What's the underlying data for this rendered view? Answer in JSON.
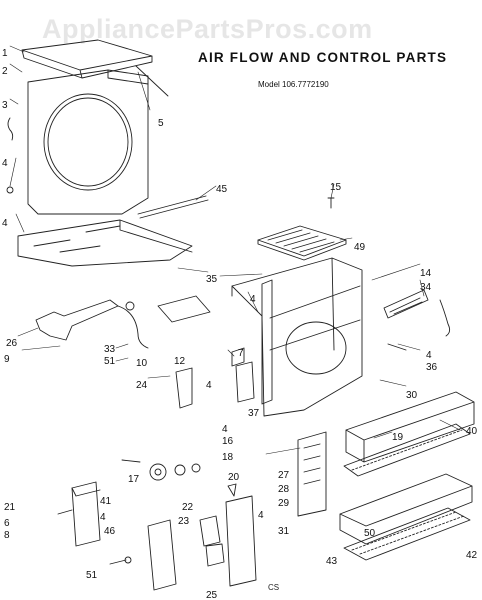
{
  "watermark": "AppliancePartsPros.com",
  "title": "AIR FLOW AND CONTROL PARTS",
  "model": "Model 106.7772190",
  "footer_code": "CS",
  "callouts": [
    "1",
    "2",
    "3",
    "4",
    "4",
    "5",
    "45",
    "15",
    "49",
    "14",
    "34",
    "35",
    "4",
    "26",
    "9",
    "33",
    "51",
    "10",
    "12",
    "7",
    "24",
    "4",
    "4",
    "36",
    "37",
    "30",
    "4",
    "16",
    "18",
    "17",
    "20",
    "19",
    "40",
    "41",
    "21",
    "6",
    "8",
    "4",
    "46",
    "22",
    "23",
    "27",
    "28",
    "29",
    "4",
    "31",
    "51",
    "25",
    "50",
    "43",
    "42"
  ]
}
